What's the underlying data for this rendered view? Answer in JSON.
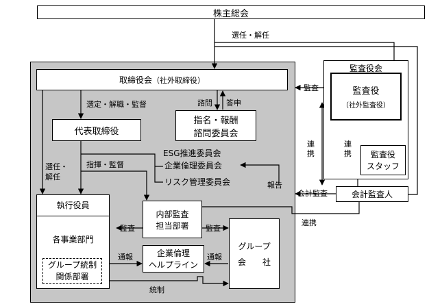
{
  "nodes": {
    "shareholders": "株主総会",
    "board": "取締役会",
    "board_sub": "（社外取締役）",
    "rep_director": "代表取締役",
    "nomination_l1": "指名・報酬",
    "nomination_l2": "諮問委員会",
    "esg": "ESG推進委員会",
    "ethics_committee": "企業倫理委員会",
    "risk": "リスク管理委員会",
    "exec_officers": "執行役員",
    "business_units": "各事業部門",
    "group_ctrl_l1": "グループ統制",
    "group_ctrl_l2": "関係部署",
    "internal_audit_l1": "内部監査",
    "internal_audit_l2": "担当部署",
    "helpline_l1": "企業倫理",
    "helpline_l2": "ヘルプライン",
    "group_co_l1": "グループ",
    "group_co_l2": "会　　社",
    "audit_board_title": "監査役会",
    "auditor": "監査役",
    "auditor_sub": "（社外監査役）",
    "auditor_staff_l1": "監査役",
    "auditor_staff_l2": "スタッフ",
    "accounting_auditor": "会計監査人"
  },
  "edges": {
    "elect_dismiss": "選任・解任",
    "select_dismiss_supervise": "選定・解職・監督",
    "consult": "諮問",
    "report_answer": "答申",
    "audit_board": "監査",
    "elect_l1": "選任・",
    "elect_l2": "解任",
    "direct_supervise": "指揮・監督",
    "cooperate_v1_l1": "連",
    "cooperate_v1_l2": "携",
    "cooperate_v2_l1": "連",
    "cooperate_v2_l2": "携",
    "report": "報告",
    "accounting_audit": "会計監査",
    "audit_left": "監査",
    "audit_right": "監査",
    "cooperate_h": "連携",
    "notify_left": "通報",
    "notify_right": "通報",
    "governance": "統制"
  }
}
